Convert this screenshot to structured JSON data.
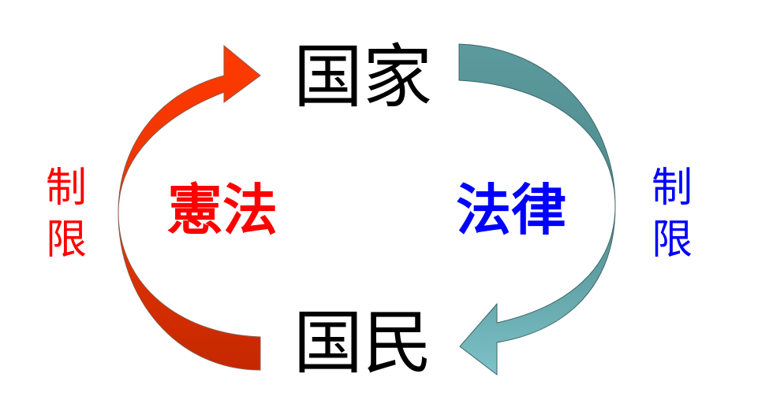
{
  "nodes": {
    "state": "国家",
    "people": "国民"
  },
  "left": {
    "law": "憲法",
    "limit": "制限",
    "color": "#ff0000",
    "arrow_color_top": "#ff3300",
    "arrow_color_bottom": "#c82a00"
  },
  "right": {
    "law": "法律",
    "limit": "制限",
    "color": "#0000ff",
    "arrow_color_top": "#5a9598",
    "arrow_color_bottom": "#72bcc2"
  }
}
